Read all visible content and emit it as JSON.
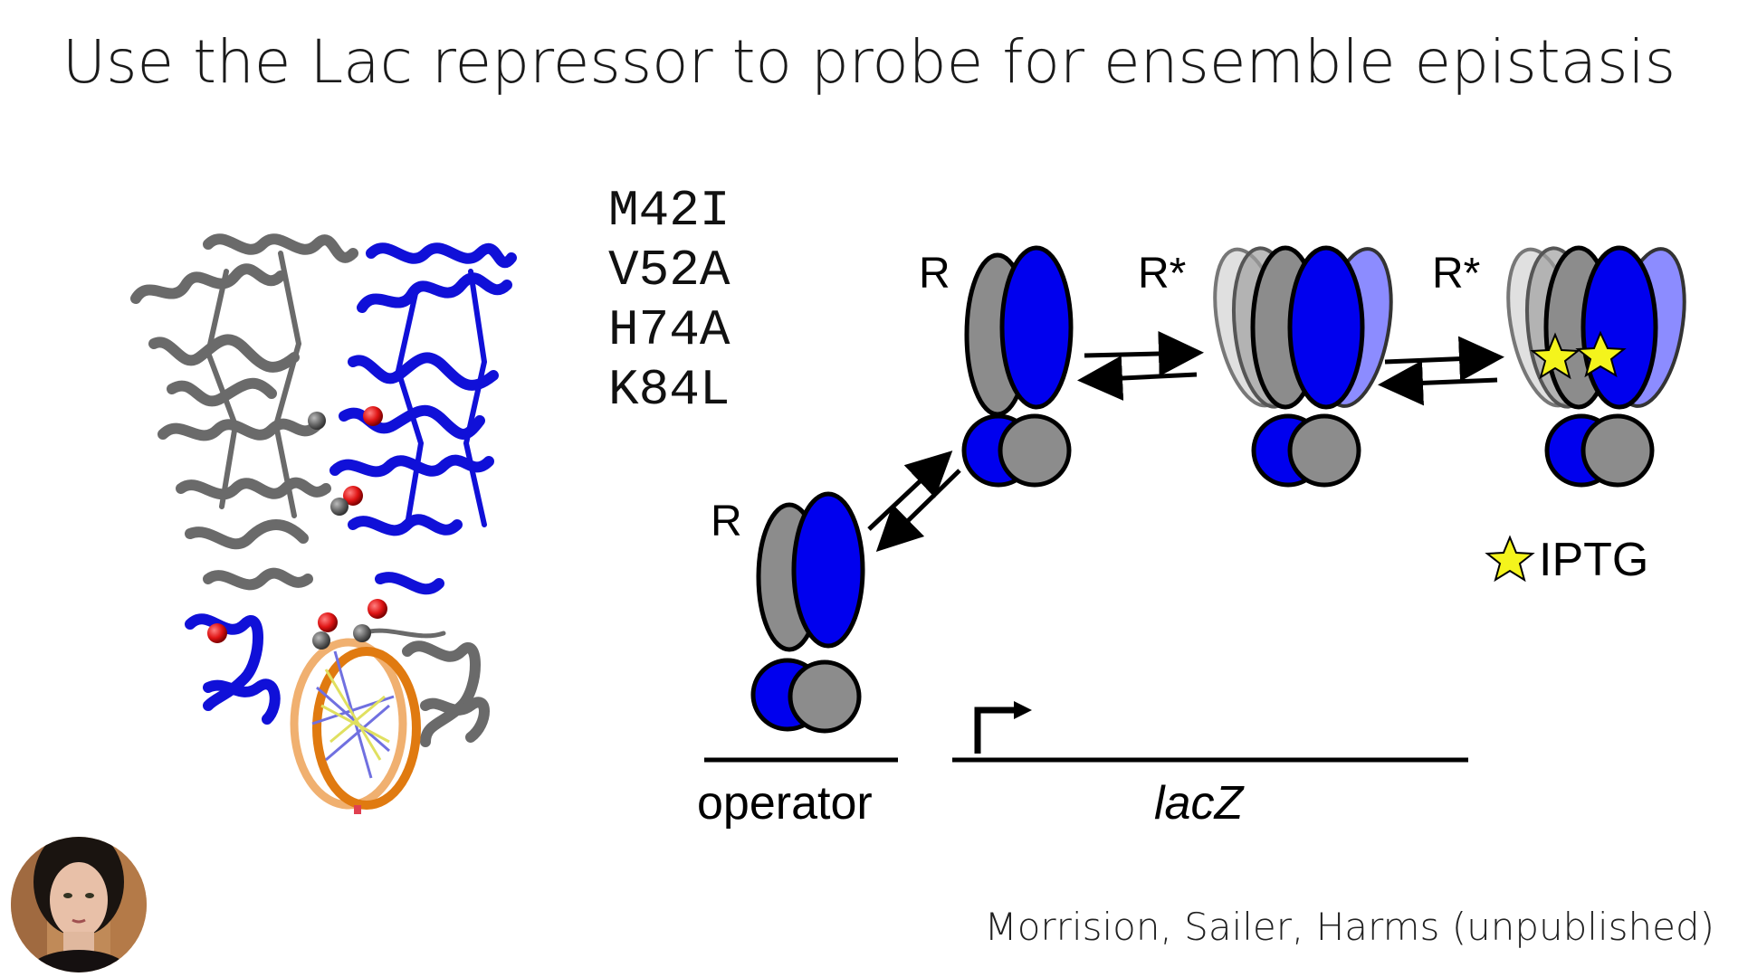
{
  "slide": {
    "title": "Use the Lac repressor to probe for ensemble epistasis",
    "credit": "Morrision, Sailer, Harms (unpublished)"
  },
  "mutations": [
    "M42I",
    "V52A",
    "H74A",
    "K84L"
  ],
  "diagram": {
    "state_labels": {
      "bound": "R",
      "free": "R",
      "allosteric": "R*",
      "induced": "R*"
    },
    "operator_label": "operator",
    "gene_label": "lacZ",
    "legend_label": "IPTG"
  },
  "colors": {
    "subunit_gray": "#8c8c8c",
    "subunit_blue": "#0000ee",
    "ligand_yellow": "#f4f41c",
    "mutation_red": "#e02020",
    "dna_orange": "#e89020"
  }
}
